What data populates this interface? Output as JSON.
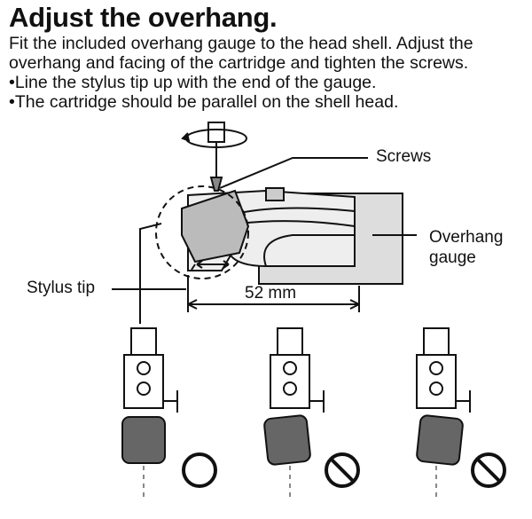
{
  "title": "Adjust the overhang.",
  "instructions": [
    "Fit the included overhang gauge to the head shell. Adjust the",
    "overhang and facing of the cartridge and tighten the screws."
  ],
  "bullets": [
    "•Line the stylus tip up with the end of the gauge.",
    "•The cartridge should be parallel on the shell head."
  ],
  "labels": {
    "screws": "Screws",
    "overhang_gauge_line1": "Overhang",
    "overhang_gauge_line2": "gauge",
    "stylus_tip": "Stylus tip",
    "dimension": "52 mm"
  },
  "examples": [
    {
      "result": "correct",
      "icon": "circle-ok-icon"
    },
    {
      "result": "incorrect",
      "icon": "prohibited-icon"
    },
    {
      "result": "incorrect",
      "icon": "prohibited-icon"
    }
  ]
}
